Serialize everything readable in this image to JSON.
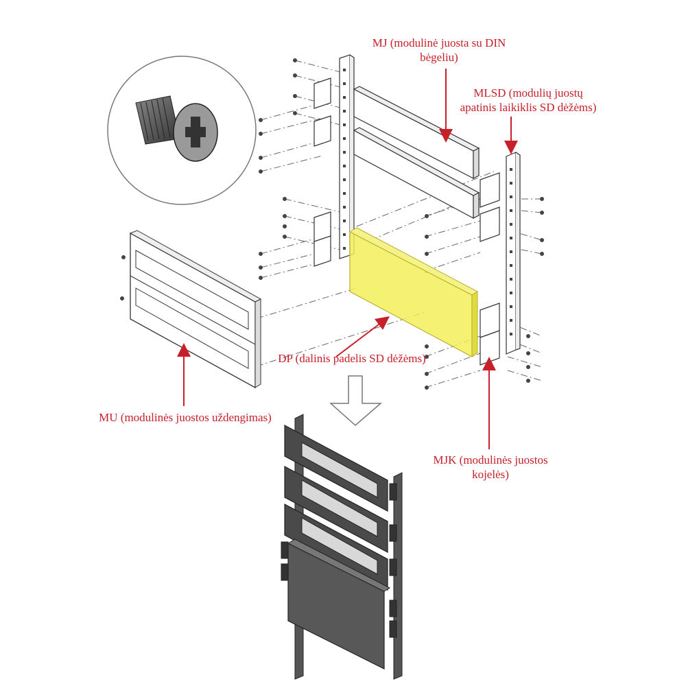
{
  "labels": {
    "mj": {
      "line1": "MJ (modulinė juosta su DIN",
      "line2": "bėgeliu)"
    },
    "mlsd": {
      "line1": "MLSD (modulių juostų",
      "line2": "apatinis laikiklis SD dėžėms)"
    },
    "dp": {
      "line1": "DP (dalinis padelis SD dėžėms)"
    },
    "mu": {
      "line1": "MU (modulinės juostos uždengimas)"
    },
    "mjk": {
      "line1": "MJK (modulinės juostos",
      "line2": "kojelės)"
    }
  },
  "colors": {
    "annotation": "#c8202a",
    "highlight": "#f2ee5a",
    "line": "#333333",
    "dark_panel": "#4a4a4a"
  }
}
